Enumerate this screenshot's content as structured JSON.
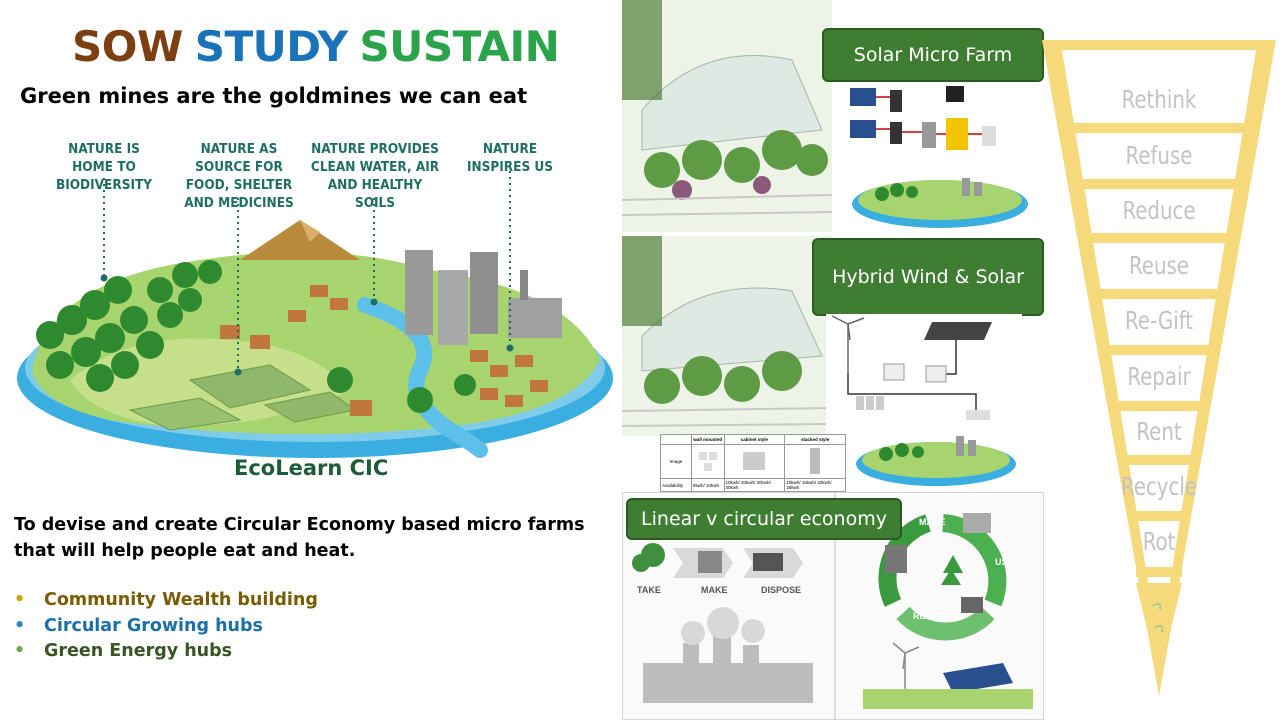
{
  "title": {
    "word1": "SOW",
    "word2": "STUDY",
    "word3": "SUSTAIN"
  },
  "subtitle": "Green mines are the goldmines we can eat",
  "illustration": {
    "callouts": [
      "NATURE IS HOME TO BIODIVERSITY",
      "NATURE AS SOURCE FOR FOOD, SHELTER AND MEDICINES",
      "NATURE PROVIDES CLEAN WATER, AIR AND HEALTHY SOILS",
      "NATURE INSPIRES US"
    ],
    "brand": "EcoLearn CIC"
  },
  "mission": "To devise and create Circular Economy based micro farms that will help people eat and heat.",
  "bullets": [
    {
      "text": "Community Wealth building",
      "color": "#7a5c00"
    },
    {
      "text": "Circular Growing hubs",
      "color": "#1a6fa8"
    },
    {
      "text": "Green Energy hubs",
      "color": "#375623"
    }
  ],
  "bullet_marker": "•",
  "panels": {
    "solar": "Solar Micro Farm",
    "hybrid": "Hybrid Wind & Solar",
    "economy": "Linear v circular economy"
  },
  "storage_table": {
    "headers": [
      "",
      "wall mounted",
      "cabinet style",
      "stacked style"
    ],
    "rows": [
      [
        "Image",
        "",
        "",
        ""
      ],
      [
        "Availability",
        "5kwh/ 10kwh",
        "10kwh/ 20kwh/ 30kwh/ 40kwh",
        "10kwh/ 15kwh/ 20kwh/ 25kwh"
      ]
    ]
  },
  "linear_steps": [
    "TAKE",
    "MAKE",
    "DISPOSE"
  ],
  "circular_steps": [
    "MAKE",
    "USE",
    "RECYCLE"
  ],
  "funnel_items": [
    "Rethink",
    "Refuse",
    "Reduce",
    "Reuse",
    "Re-Gift",
    "Repair",
    "Rent",
    "Recycle",
    "Rot"
  ],
  "colors": {
    "sow": "#7b3f12",
    "study": "#1a73b9",
    "sustain": "#2aa34a",
    "label_green": "#3f7d33",
    "funnel_yellow": "#f6d97a",
    "funnel_border": "#eccb5a",
    "water_blue": "#3aaee0"
  },
  "icons": [
    "recycle-icon",
    "wind-turbine-icon",
    "solar-panel-icon",
    "factory-icon",
    "bin-icon"
  ]
}
